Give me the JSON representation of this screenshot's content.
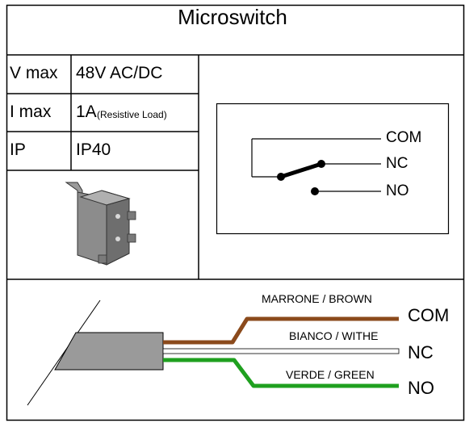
{
  "title": "Microswitch",
  "specs": [
    {
      "key": "V max",
      "value": "48V AC/DC",
      "note": ""
    },
    {
      "key": "I max",
      "value": "1A",
      "note": "(Resistive Load)"
    },
    {
      "key": "IP",
      "value": "IP40",
      "note": ""
    }
  ],
  "schematic": {
    "terminals": [
      "COM",
      "NC",
      "NO"
    ]
  },
  "cable": {
    "wires": [
      {
        "label": "MARRONE / BROWN",
        "terminal": "COM",
        "color": "#8B4A1C"
      },
      {
        "label": "BIANCO / WITHE",
        "terminal": "NC",
        "color": "#ffffff"
      },
      {
        "label": "VERDE / GREEN",
        "terminal": "NO",
        "color": "#1FA01F"
      }
    ]
  },
  "colors": {
    "line": "#000000",
    "cable_jacket": "#9a9a9a",
    "switch_body": "#8c8c8c"
  }
}
